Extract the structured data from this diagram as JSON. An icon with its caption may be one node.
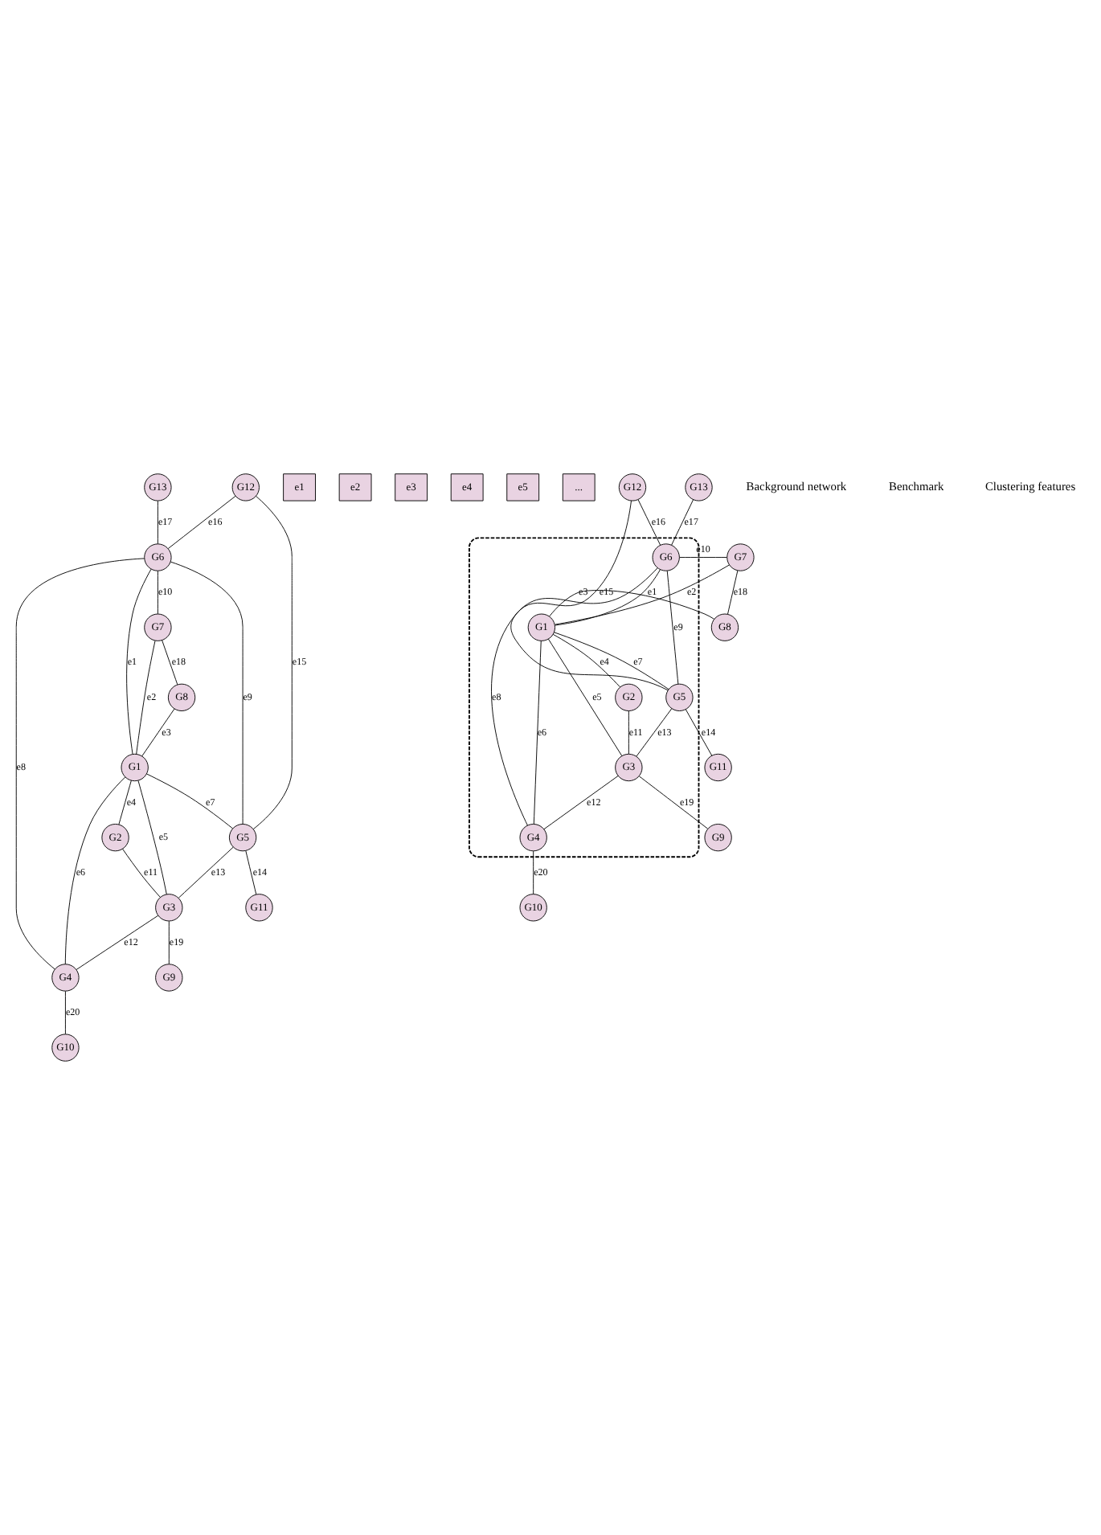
{
  "diagram": {
    "nodes": [
      {
        "text": [
          "G13"
        ]
      },
      {
        "text": [
          "G7"
        ]
      },
      {
        "text": [
          "G8"
        ]
      },
      {
        "text": [
          "G6"
        ]
      },
      {
        "text": [
          "G1"
        ]
      },
      {
        "text": [
          "G2"
        ]
      },
      {
        "text": [
          "G12"
        ]
      },
      {
        "text": [
          "G3"
        ]
      },
      {
        "text": [
          "G5"
        ]
      },
      {
        "text": [
          "G4"
        ]
      },
      {
        "text": [
          "G9"
        ]
      },
      {
        "text": [
          "G11"
        ]
      },
      {
        "text": [
          "G10"
        ]
      },
      {
        "text": [
          "e1"
        ]
      },
      {
        "text": [
          "e2"
        ]
      },
      {
        "text": [
          "e3"
        ]
      },
      {
        "text": [
          "e4"
        ]
      },
      {
        "text": [
          "e5"
        ]
      },
      {
        "text": [
          "..."
        ]
      },
      {
        "text": [
          "G13"
        ]
      },
      {
        "text": [
          "G7"
        ]
      },
      {
        "text": [
          "G8"
        ]
      },
      {
        "text": [],
        "shape": "ellipse"
      },
      {
        "text": [
          "G6"
        ],
        "in": 22
      },
      {
        "text": [
          "G1"
        ],
        "in": 22
      },
      {
        "text": [
          "G2"
        ],
        "in": 22
      },
      {
        "text": [
          "G12"
        ]
      },
      {
        "text": [
          "G3"
        ],
        "in": 22
      },
      {
        "text": [
          "G5"
        ],
        "in": 22
      },
      {
        "text": [
          "G4"
        ],
        "in": 22
      },
      {
        "text": [
          "G9"
        ]
      },
      {
        "text": [
          "G11"
        ]
      },
      {
        "text": [
          "G10"
        ]
      }
    ],
    "edges": [
      {
        "from": 3,
        "to": 4,
        "arrow": "none",
        "label": "e1"
      },
      {
        "from": 1,
        "to": 4,
        "arrow": "none",
        "label": "e2"
      },
      {
        "from": 2,
        "to": 4,
        "arrow": "none",
        "label": "e3"
      },
      {
        "from": 4,
        "to": 5,
        "arrow": "none",
        "label": "e4"
      },
      {
        "from": 4,
        "to": 7,
        "arrow": "none",
        "label": "e5"
      },
      {
        "from": 4,
        "to": 9,
        "arrow": "none",
        "label": "e6"
      },
      {
        "from": 4,
        "to": 8,
        "arrow": "none",
        "label": "e7"
      },
      {
        "from": 3,
        "to": 9,
        "arrow": "none",
        "label": "e8"
      },
      {
        "from": 3,
        "to": 8,
        "arrow": "none",
        "label": "e9"
      },
      {
        "from": 3,
        "to": 1,
        "arrow": "none",
        "label": "e10"
      },
      {
        "from": 5,
        "to": 7,
        "arrow": "none",
        "label": "e11"
      },
      {
        "from": 7,
        "to": 9,
        "arrow": "none",
        "label": "e12"
      },
      {
        "from": 8,
        "to": 7,
        "arrow": "none",
        "label": "e13"
      },
      {
        "from": 8,
        "to": 11,
        "arrow": "none",
        "label": "e14"
      },
      {
        "from": 6,
        "to": 8,
        "arrow": "none",
        "label": "e15"
      },
      {
        "from": 6,
        "to": 3,
        "arrow": "none",
        "label": "e16"
      },
      {
        "from": 0,
        "to": 3,
        "arrow": "none",
        "label": "e17"
      },
      {
        "from": 1,
        "to": 2,
        "arrow": "none",
        "label": "e18"
      },
      {
        "from": 7,
        "to": 10,
        "arrow": "none",
        "label": "e19"
      },
      {
        "from": 9,
        "to": 12,
        "arrow": "none",
        "label": "e20"
      },
      {
        "from": 23,
        "to": 24,
        "arrow": "none",
        "label": "e1"
      },
      {
        "from": 20,
        "to": 24,
        "arrow": "none",
        "label": "e2"
      },
      {
        "from": 21,
        "to": 24,
        "arrow": "none",
        "label": "e3"
      },
      {
        "from": 24,
        "to": 25,
        "arrow": "none",
        "label": "e4"
      },
      {
        "from": 24,
        "to": 27,
        "arrow": "none",
        "label": "e5"
      },
      {
        "from": 24,
        "to": 29,
        "arrow": "none",
        "label": "e6"
      },
      {
        "from": 24,
        "to": 28,
        "arrow": "none",
        "label": "e7"
      },
      {
        "from": 23,
        "to": 29,
        "arrow": "none",
        "label": "e8"
      },
      {
        "from": 23,
        "to": 28,
        "arrow": "none",
        "label": "e9"
      },
      {
        "from": 23,
        "to": 20,
        "arrow": "none",
        "label": "e10"
      },
      {
        "from": 25,
        "to": 27,
        "arrow": "none",
        "label": "e11"
      },
      {
        "from": 27,
        "to": 29,
        "arrow": "none",
        "label": "e12"
      },
      {
        "from": 28,
        "to": 27,
        "arrow": "none",
        "label": "e13"
      },
      {
        "from": 28,
        "to": 31,
        "arrow": "none",
        "label": "e14"
      },
      {
        "from": 26,
        "to": 28,
        "arrow": "none",
        "label": "e15"
      },
      {
        "from": 26,
        "to": 23,
        "arrow": "none",
        "label": "e16"
      },
      {
        "from": 19,
        "to": 23,
        "arrow": "none",
        "label": "e17"
      },
      {
        "from": 20,
        "to": 21,
        "arrow": "none",
        "label": "e18"
      },
      {
        "from": 27,
        "to": 30,
        "arrow": "none",
        "label": "e19"
      },
      {
        "from": 29,
        "to": 32,
        "arrow": "none",
        "label": "e20"
      }
    ],
    "labels": [
      "Background network",
      "Benchmark",
      "Clustering features"
    ]
  }
}
